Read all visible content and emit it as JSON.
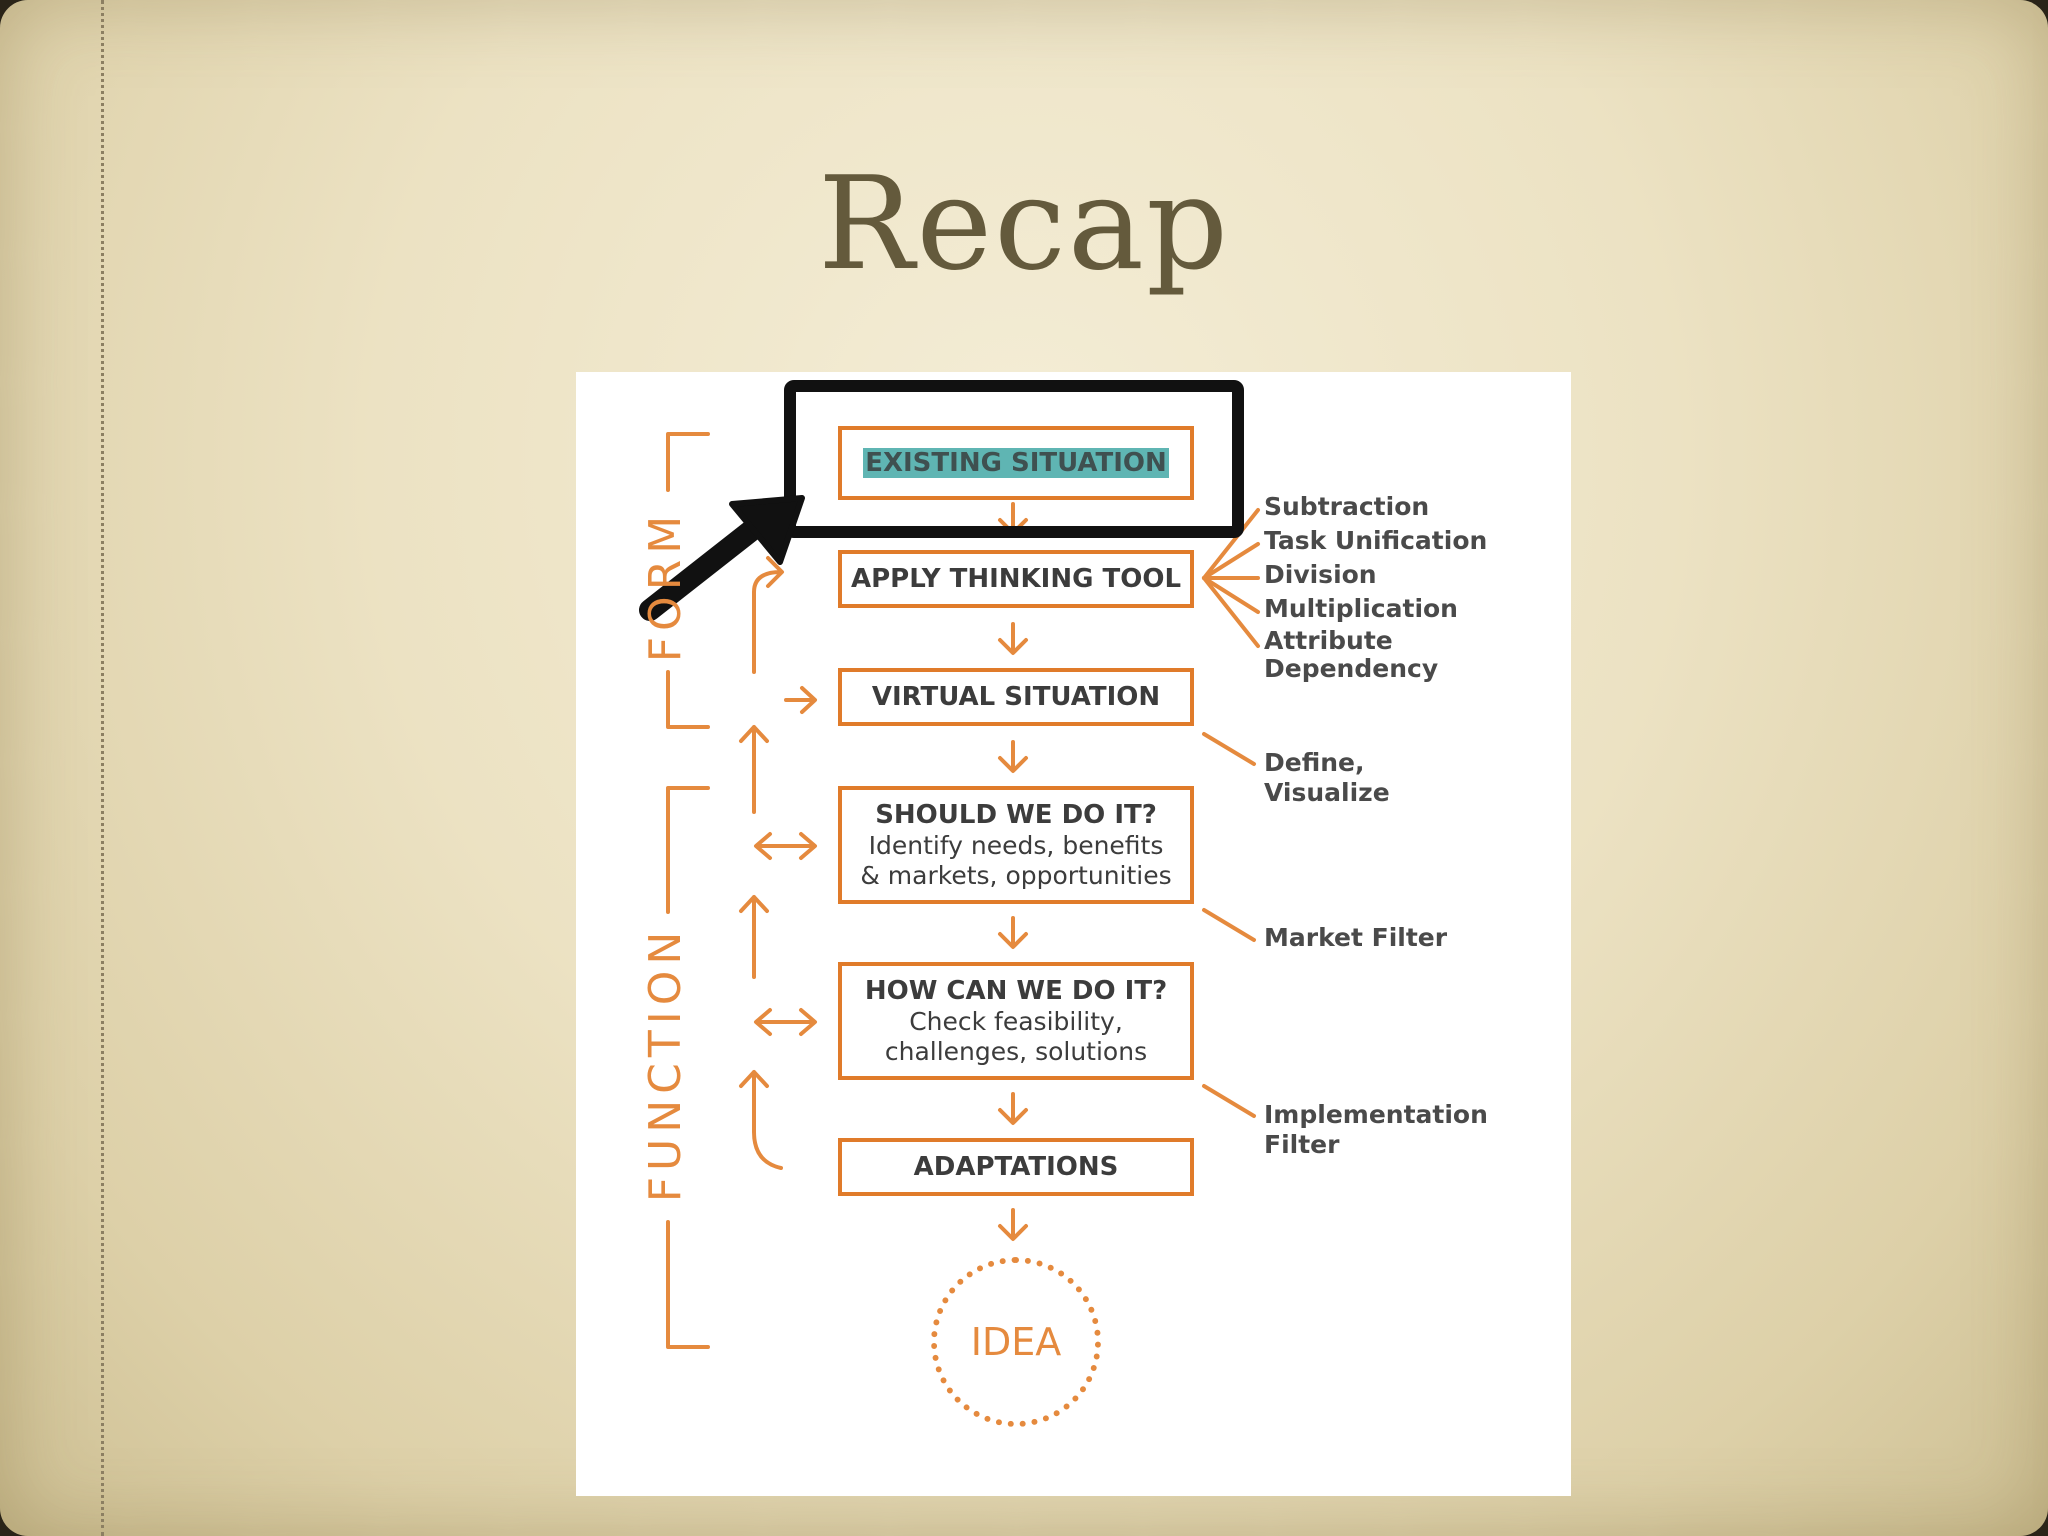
{
  "slide": {
    "title": "Recap"
  },
  "diagram": {
    "section_labels": {
      "form": "FORM",
      "function": "FUNCTION"
    },
    "steps": [
      {
        "title": "EXISTING SITUATION",
        "detail": []
      },
      {
        "title": "APPLY THINKING TOOL",
        "detail": []
      },
      {
        "title": "VIRTUAL SITUATION",
        "detail": []
      },
      {
        "title": "SHOULD WE DO IT?",
        "detail": [
          "Identify needs, benefits",
          "& markets, opportunities"
        ]
      },
      {
        "title": "HOW CAN WE DO IT?",
        "detail": [
          "Check feasibility,",
          "challenges, solutions"
        ]
      },
      {
        "title": "ADAPTATIONS",
        "detail": []
      }
    ],
    "tools": [
      "Subtraction",
      "Task Unification",
      "Division",
      "Multiplication",
      "Attribute",
      "Dependency"
    ],
    "annotations": {
      "virtual": [
        "Define,",
        "Visualize"
      ],
      "market": [
        "Market Filter"
      ],
      "implementation": [
        "Implementation",
        "Filter"
      ]
    },
    "result": "IDEA",
    "colors": {
      "accent": "#e58a3e",
      "highlight": "#5fb5b3",
      "callout": "#111111"
    }
  }
}
